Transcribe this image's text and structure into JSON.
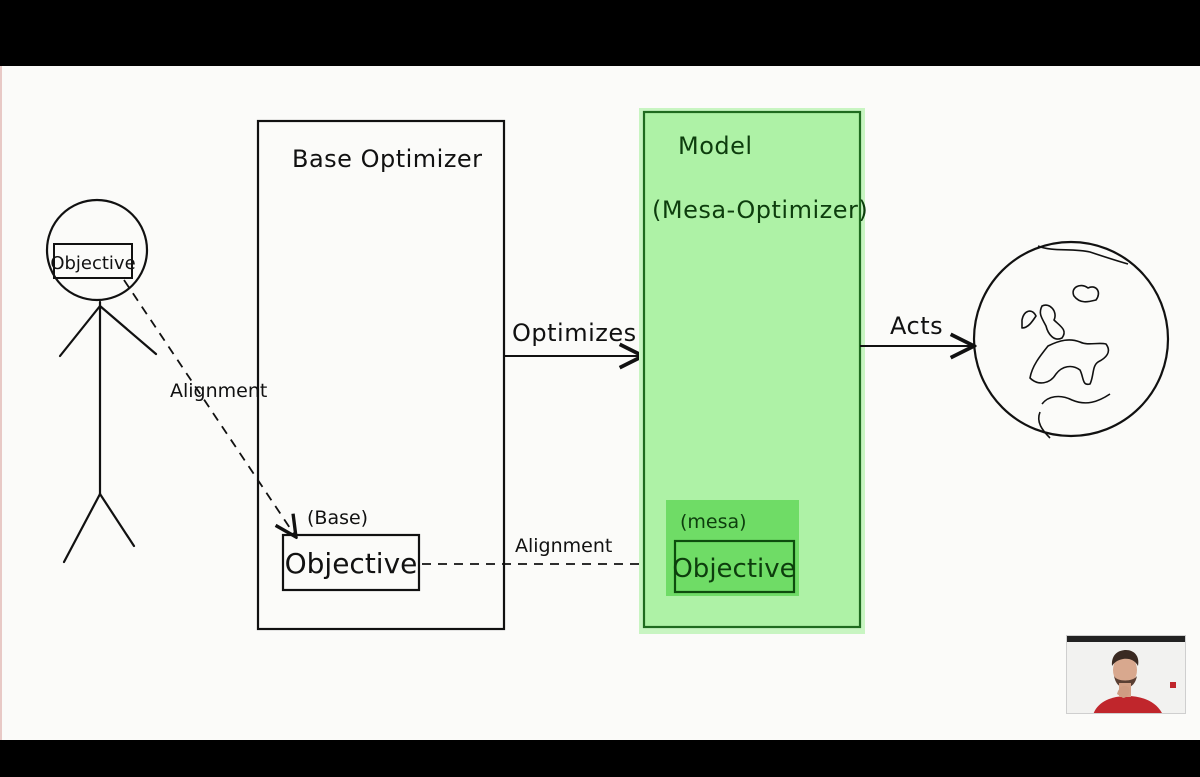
{
  "diagram": {
    "human_objective_label": "Objective",
    "left_alignment_label": "Alignment",
    "base_optimizer_title": "Base Optimizer",
    "base_tag": "(Base)",
    "base_objective_label": "Objective",
    "middle_alignment_label": "Alignment",
    "optimizes_label": "Optimizes",
    "model_title": "Model",
    "model_subtitle": "(Mesa-Optimizer)",
    "mesa_tag": "(mesa)",
    "mesa_objective_label": "Objective",
    "acts_label": "Acts"
  },
  "colors": {
    "ink": "#111111",
    "model_fill": "#aef2a6",
    "model_stroke": "#1f6b1f",
    "mesa_fill": "#6fdc66",
    "green_text": "#0d3d0d",
    "canvas": "#fbfbf9"
  },
  "icons": {
    "person": "stick-figure-icon",
    "world": "globe-icon",
    "presenter": "webcam-person-icon"
  }
}
